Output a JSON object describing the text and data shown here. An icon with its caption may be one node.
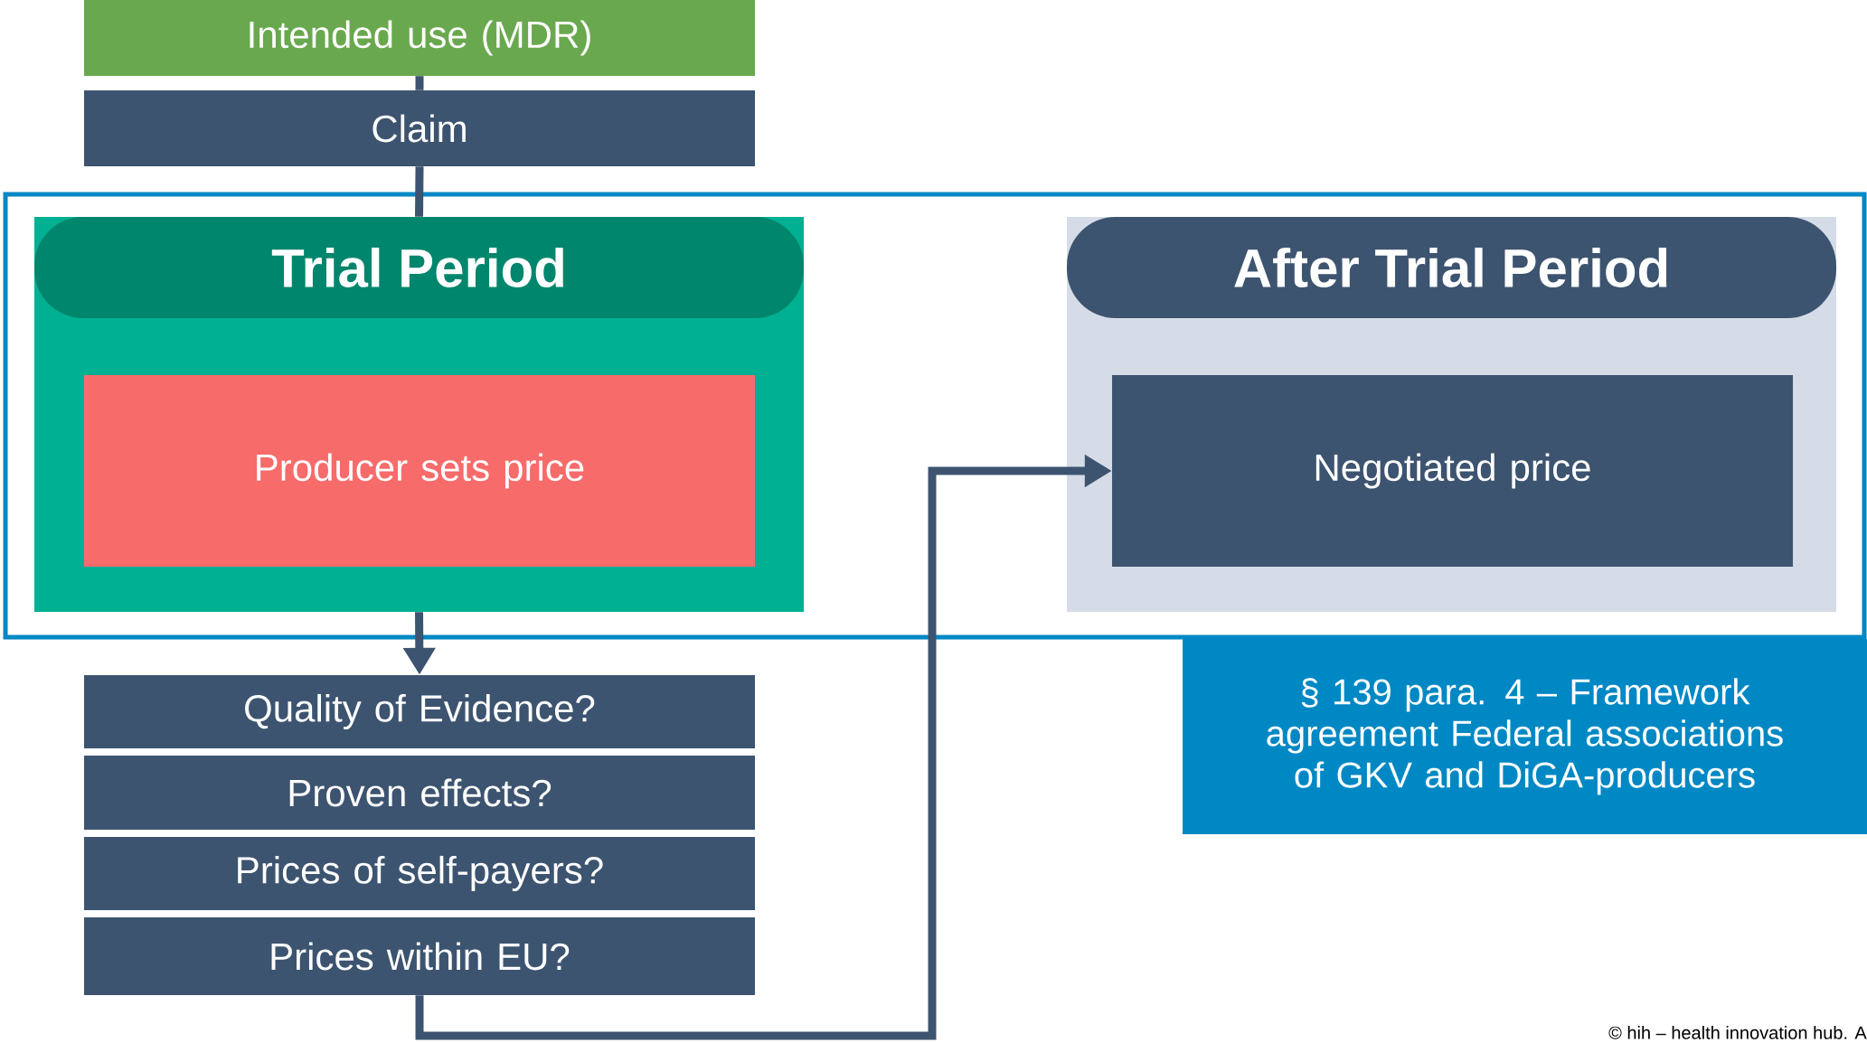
{
  "diagram": {
    "nodes": [
      {
        "text": [
          "Intended use (MDR)"
        ]
      },
      {
        "text": [
          "Claim"
        ]
      },
      {
        "text": [
          "Trial Period"
        ]
      },
      {
        "text": [
          "Producer sets price"
        ],
        "in": 2
      },
      {
        "text": [
          "After Trial Period"
        ]
      },
      {
        "text": [
          "Negotiated price"
        ],
        "in": 4
      },
      {
        "text": [
          "§ 139 para. 4 – Framework agreement Federal associations of GKV and DiGA-producers"
        ]
      },
      {
        "text": [
          "Quality of Evidence?"
        ]
      },
      {
        "text": [
          "Proven effects?"
        ]
      },
      {
        "text": [
          "Prices of self-payers?"
        ]
      },
      {
        "text": [
          "Prices within EU?"
        ]
      }
    ],
    "edges": [
      {
        "from": 0,
        "to": 1,
        "arrow": "none"
      },
      {
        "from": 1,
        "to": 2,
        "arrow": "none"
      },
      {
        "from": 2,
        "to": 7,
        "arrow": "to"
      },
      {
        "from": 10,
        "to": 5,
        "arrow": "to"
      }
    ],
    "labels": [
      "© hih – health innovation hub. A"
    ]
  }
}
